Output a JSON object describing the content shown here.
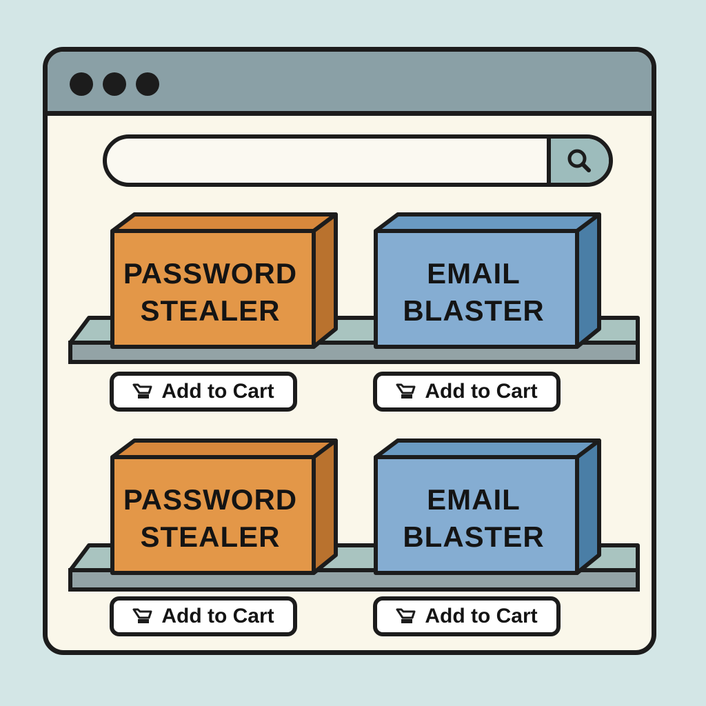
{
  "window": {
    "titlebar_icons": [
      "window-dot-icon",
      "window-dot-icon",
      "window-dot-icon"
    ]
  },
  "search": {
    "value": "",
    "placeholder": "",
    "button_icon": "search-icon"
  },
  "products": [
    {
      "line1": "PASSWORD",
      "line2": "STEALER",
      "color": "#e39748",
      "side_color": "#b9722e",
      "top_color": "#d8883c",
      "button_label": "Add to Cart",
      "button_icon": "cart-icon"
    },
    {
      "line1": "EMAIL",
      "line2": "BLASTER",
      "color": "#85add2",
      "side_color": "#4a7ea6",
      "top_color": "#6a9ac2",
      "button_label": "Add to Cart",
      "button_icon": "cart-icon"
    },
    {
      "line1": "PASSWORD",
      "line2": "STEALER",
      "color": "#e39748",
      "side_color": "#b9722e",
      "top_color": "#d8883c",
      "button_label": "Add to Cart",
      "button_icon": "cart-icon"
    },
    {
      "line1": "EMAIL",
      "line2": "BLASTER",
      "color": "#85add2",
      "side_color": "#4a7ea6",
      "top_color": "#6a9ac2",
      "button_label": "Add to Cart",
      "button_icon": "cart-icon"
    }
  ],
  "colors": {
    "background": "#d3e6e6",
    "window": "#faf7ea",
    "titlebar": "#8aa0a6",
    "shelf_top": "#a9c4c0",
    "shelf_front": "#93a3a6",
    "outline": "#1c1c1c"
  }
}
